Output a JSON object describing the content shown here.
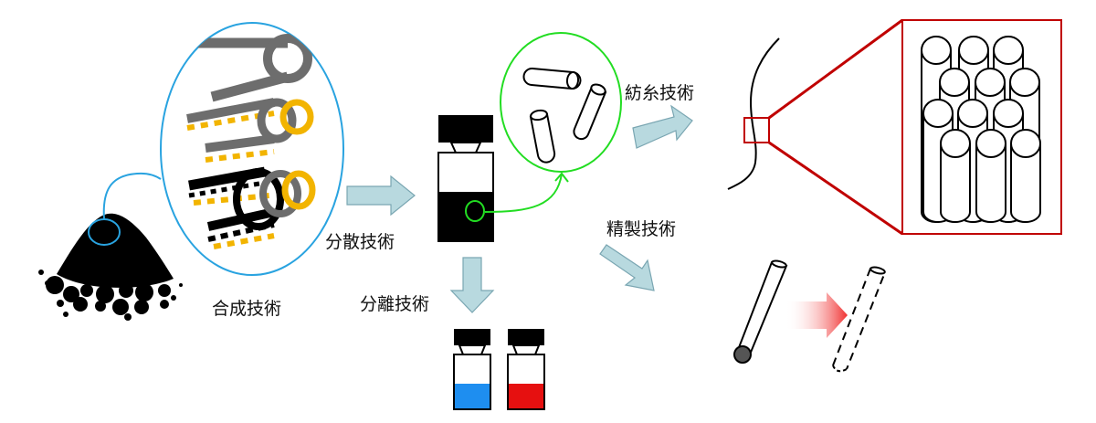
{
  "labels": {
    "synthesis": "合成技術",
    "dispersion": "分散技術",
    "separation": "分離技術",
    "spinning": "紡糸技術",
    "purification": "精製技術"
  },
  "colors": {
    "synthesis_circle": "#29a3e0",
    "dispersion_circle": "#22dd22",
    "zoom_box": "#c00000",
    "flow_arrow_fill": "#b8d9df",
    "flow_arrow_stroke": "#7aa6b2",
    "accent_yellow": "#f2b400",
    "tube_gray": "#6d6d6d",
    "vial_blue": "#1e8ef0",
    "vial_red": "#e61010",
    "heat_arrow": "#f06060"
  }
}
